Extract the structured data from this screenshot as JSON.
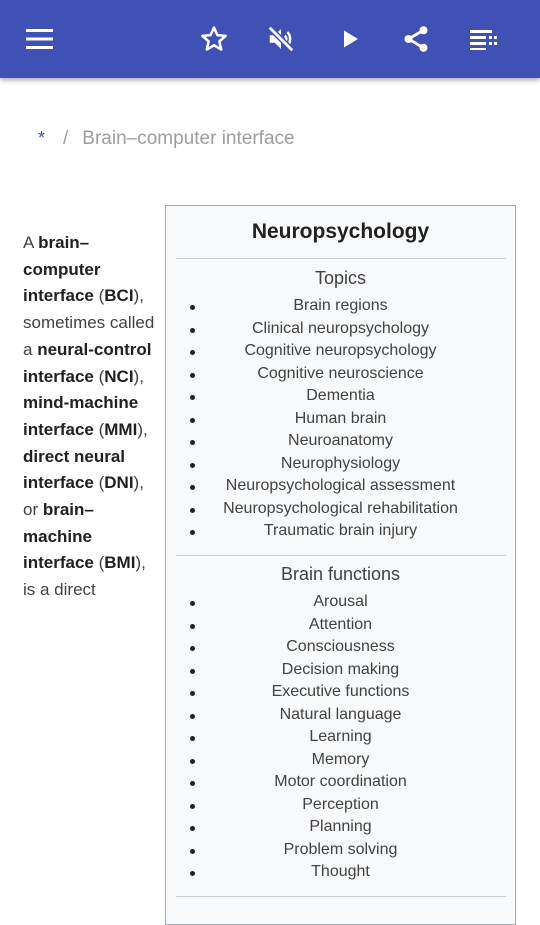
{
  "toolbar": {
    "menu_icon": "menu-icon",
    "actions": [
      "star-icon",
      "volume-off-icon",
      "play-icon",
      "share-icon",
      "list-icon"
    ]
  },
  "breadcrumb": {
    "home": "*",
    "separator": "/",
    "current": "Brain–computer interface"
  },
  "article": {
    "intro_parts": [
      {
        "t": "A ",
        "b": false
      },
      {
        "t": "brain–computer interface",
        "b": true
      },
      {
        "t": " (",
        "b": false
      },
      {
        "t": "BCI",
        "b": true
      },
      {
        "t": "), sometimes called a ",
        "b": false
      },
      {
        "t": "neural-control interface",
        "b": true
      },
      {
        "t": " (",
        "b": false
      },
      {
        "t": "NCI",
        "b": true
      },
      {
        "t": "), ",
        "b": false
      },
      {
        "t": "mind-machine interface",
        "b": true
      },
      {
        "t": " (",
        "b": false
      },
      {
        "t": "MMI",
        "b": true
      },
      {
        "t": "), ",
        "b": false
      },
      {
        "t": "direct neural interface",
        "b": true
      },
      {
        "t": " (",
        "b": false
      },
      {
        "t": "DNI",
        "b": true
      },
      {
        "t": "), or ",
        "b": false
      },
      {
        "t": "brain–machine interface",
        "b": true
      },
      {
        "t": " (",
        "b": false
      },
      {
        "t": "BMI",
        "b": true
      },
      {
        "t": "), is a direct",
        "b": false
      }
    ]
  },
  "infobox": {
    "title": "Neuropsychology",
    "sections": [
      {
        "heading": "Topics",
        "items": [
          "Brain regions",
          "Clinical neuropsychology",
          "Cognitive neuropsychology",
          "Cognitive neuroscience",
          "Dementia",
          "Human brain",
          "Neuroanatomy",
          "Neurophysiology",
          "Neuropsychological assessment",
          "Neuropsychological rehabilitation",
          "Traumatic brain injury"
        ]
      },
      {
        "heading": "Brain functions",
        "items": [
          "Arousal",
          "Attention",
          "Consciousness",
          "Decision making",
          "Executive functions",
          "Natural language",
          "Learning",
          "Memory",
          "Motor coordination",
          "Perception",
          "Planning",
          "Problem solving",
          "Thought"
        ]
      }
    ]
  },
  "colors": {
    "appbar": "#3f51b5",
    "breadcrumb_home": "#3f51b5",
    "infobox_bg": "#f8f9fa",
    "infobox_border": "#a2a9b1"
  }
}
